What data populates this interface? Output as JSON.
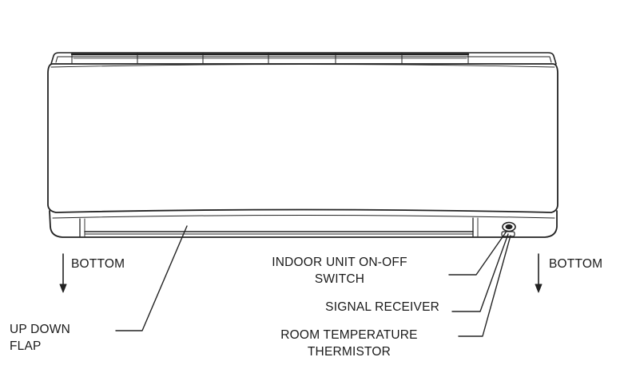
{
  "labels": {
    "bottom_left": "BOTTOM",
    "bottom_right": "BOTTOM",
    "up_down_flap": [
      "UP DOWN",
      "FLAP"
    ],
    "on_off_switch": [
      "INDOOR UNIT ON-OFF",
      "SWITCH"
    ],
    "signal_receiver": "SIGNAL RECEIVER",
    "room_temp_thermistor": [
      "ROOM TEMPERATURE",
      "THERMISTOR"
    ]
  },
  "colors": {
    "line": "#222222",
    "text": "#1a1a1a",
    "background": "#ffffff"
  }
}
